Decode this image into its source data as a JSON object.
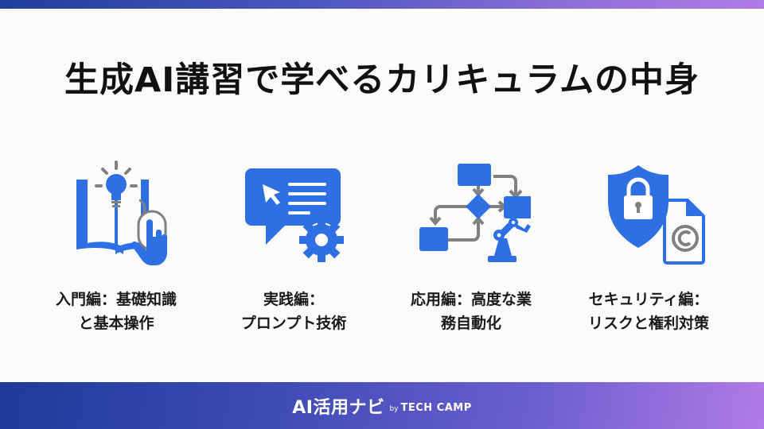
{
  "title": "生成AI講習で学べるカリキュラムの中身",
  "colors": {
    "icon_primary": "#2f6fe4",
    "icon_secondary": "#808080",
    "band_start": "#1d3a9a",
    "band_end": "#b27be6"
  },
  "cards": [
    {
      "icon": "book-lightbulb-hand-icon",
      "label_line1": "入門編：基礎知識",
      "label_line2": "と基本操作"
    },
    {
      "icon": "chat-cursor-gear-icon",
      "label_line1": "実践編：",
      "label_line2": "プロンプト技術"
    },
    {
      "icon": "flowchart-robot-arm-icon",
      "label_line1": "応用編：高度な業",
      "label_line2": "務自動化"
    },
    {
      "icon": "shield-lock-copyright-icon",
      "label_line1": "セキュリティ編：",
      "label_line2": "リスクと権利対策"
    }
  ],
  "footer": {
    "brand": "AI活用ナビ",
    "by": "by",
    "sub": "TECH CAMP"
  }
}
